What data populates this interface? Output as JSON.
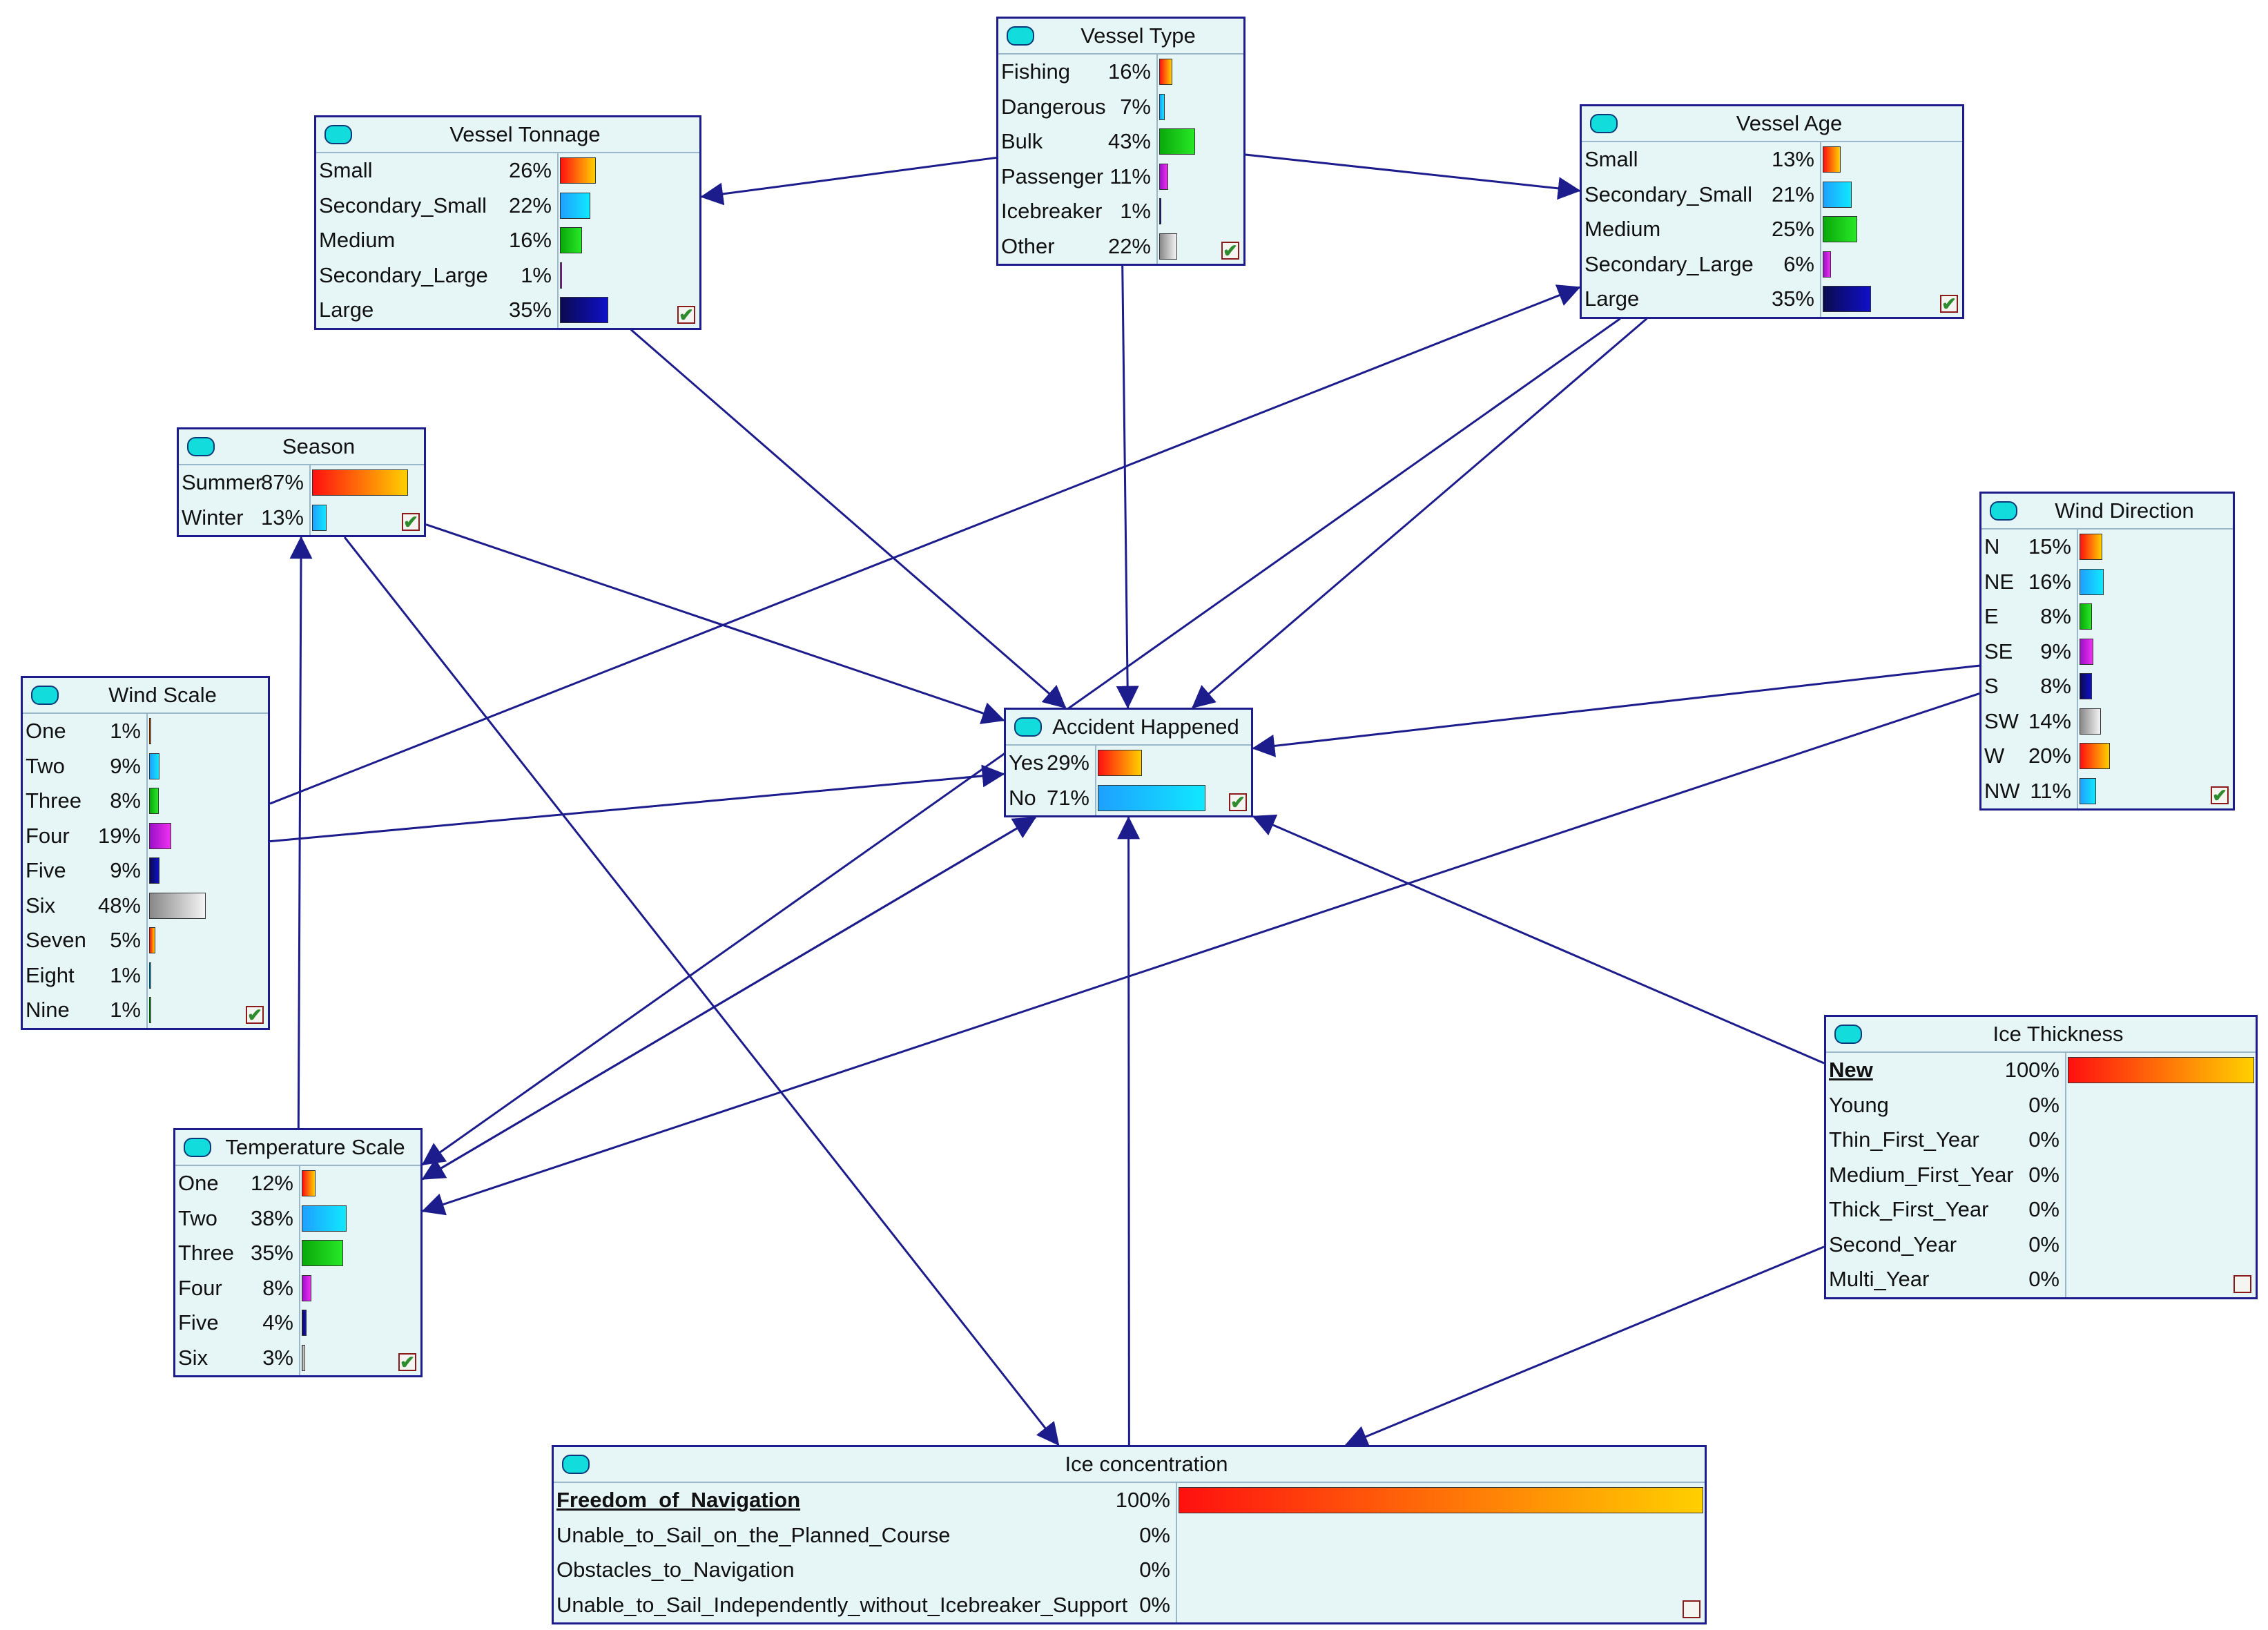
{
  "nodes": [
    {
      "key": "vessel_type",
      "title": "Vessel Type",
      "checked": true,
      "states": [
        {
          "name": "Fishing",
          "pct": "16%",
          "value": 16,
          "color": "red"
        },
        {
          "name": "Dangerous",
          "pct": "7%",
          "value": 7,
          "color": "cyan"
        },
        {
          "name": "Bulk",
          "pct": "43%",
          "value": 43,
          "color": "green"
        },
        {
          "name": "Passenger",
          "pct": "11%",
          "value": 11,
          "color": "magenta"
        },
        {
          "name": "Icebreaker",
          "pct": "1%",
          "value": 1,
          "color": "navy"
        },
        {
          "name": "Other",
          "pct": "22%",
          "value": 22,
          "color": "gray"
        }
      ]
    },
    {
      "key": "vessel_tonnage",
      "title": "Vessel Tonnage",
      "checked": true,
      "states": [
        {
          "name": "Small",
          "pct": "26%",
          "value": 26,
          "color": "red"
        },
        {
          "name": "Secondary_Small",
          "pct": "22%",
          "value": 22,
          "color": "cyan"
        },
        {
          "name": "Medium",
          "pct": "16%",
          "value": 16,
          "color": "green"
        },
        {
          "name": "Secondary_Large",
          "pct": "1%",
          "value": 1,
          "color": "magenta"
        },
        {
          "name": "Large",
          "pct": "35%",
          "value": 35,
          "color": "navy"
        }
      ]
    },
    {
      "key": "vessel_age",
      "title": "Vessel Age",
      "checked": true,
      "states": [
        {
          "name": "Small",
          "pct": "13%",
          "value": 13,
          "color": "red"
        },
        {
          "name": "Secondary_Small",
          "pct": "21%",
          "value": 21,
          "color": "cyan"
        },
        {
          "name": "Medium",
          "pct": "25%",
          "value": 25,
          "color": "green"
        },
        {
          "name": "Secondary_Large",
          "pct": "6%",
          "value": 6,
          "color": "magenta"
        },
        {
          "name": "Large",
          "pct": "35%",
          "value": 35,
          "color": "navy"
        }
      ]
    },
    {
      "key": "season",
      "title": "Season",
      "checked": true,
      "states": [
        {
          "name": "Summer",
          "pct": "87%",
          "value": 87,
          "color": "red"
        },
        {
          "name": "Winter",
          "pct": "13%",
          "value": 13,
          "color": "cyan"
        }
      ]
    },
    {
      "key": "wind_direction",
      "title": "Wind Direction",
      "checked": true,
      "states": [
        {
          "name": "N",
          "pct": "15%",
          "value": 15,
          "color": "red"
        },
        {
          "name": "NE",
          "pct": "16%",
          "value": 16,
          "color": "cyan"
        },
        {
          "name": "E",
          "pct": "8%",
          "value": 8,
          "color": "green"
        },
        {
          "name": "SE",
          "pct": "9%",
          "value": 9,
          "color": "magenta"
        },
        {
          "name": "S",
          "pct": "8%",
          "value": 8,
          "color": "navy"
        },
        {
          "name": "SW",
          "pct": "14%",
          "value": 14,
          "color": "gray"
        },
        {
          "name": "W",
          "pct": "20%",
          "value": 20,
          "color": "red"
        },
        {
          "name": "NW",
          "pct": "11%",
          "value": 11,
          "color": "cyan"
        }
      ]
    },
    {
      "key": "wind_scale",
      "title": "Wind Scale",
      "checked": true,
      "states": [
        {
          "name": "One",
          "pct": "1%",
          "value": 1,
          "color": "red"
        },
        {
          "name": "Two",
          "pct": "9%",
          "value": 9,
          "color": "cyan"
        },
        {
          "name": "Three",
          "pct": "8%",
          "value": 8,
          "color": "green"
        },
        {
          "name": "Four",
          "pct": "19%",
          "value": 19,
          "color": "magenta"
        },
        {
          "name": "Five",
          "pct": "9%",
          "value": 9,
          "color": "navy"
        },
        {
          "name": "Six",
          "pct": "48%",
          "value": 48,
          "color": "gray"
        },
        {
          "name": "Seven",
          "pct": "5%",
          "value": 5,
          "color": "red"
        },
        {
          "name": "Eight",
          "pct": "1%",
          "value": 1,
          "color": "cyan"
        },
        {
          "name": "Nine",
          "pct": "1%",
          "value": 1,
          "color": "green"
        }
      ]
    },
    {
      "key": "accident",
      "title": "Accident Happened",
      "checked": true,
      "states": [
        {
          "name": "Yes",
          "pct": "29%",
          "value": 29,
          "color": "red"
        },
        {
          "name": "No",
          "pct": "71%",
          "value": 71,
          "color": "cyan"
        }
      ]
    },
    {
      "key": "temperature_scale",
      "title": "Temperature Scale",
      "checked": true,
      "states": [
        {
          "name": "One",
          "pct": "12%",
          "value": 12,
          "color": "red"
        },
        {
          "name": "Two",
          "pct": "38%",
          "value": 38,
          "color": "cyan"
        },
        {
          "name": "Three",
          "pct": "35%",
          "value": 35,
          "color": "green"
        },
        {
          "name": "Four",
          "pct": "8%",
          "value": 8,
          "color": "magenta"
        },
        {
          "name": "Five",
          "pct": "4%",
          "value": 4,
          "color": "navy"
        },
        {
          "name": "Six",
          "pct": "3%",
          "value": 3,
          "color": "gray"
        }
      ]
    },
    {
      "key": "ice_thickness",
      "title": "Ice Thickness",
      "checked": false,
      "states": [
        {
          "name": "New",
          "pct": "100%",
          "value": 100,
          "color": "red",
          "bold": true
        },
        {
          "name": "Young",
          "pct": "0%",
          "value": 0,
          "color": "cyan"
        },
        {
          "name": "Thin_First_Year",
          "pct": "0%",
          "value": 0,
          "color": "green"
        },
        {
          "name": "Medium_First_Year",
          "pct": "0%",
          "value": 0,
          "color": "magenta"
        },
        {
          "name": "Thick_First_Year",
          "pct": "0%",
          "value": 0,
          "color": "navy"
        },
        {
          "name": "Second_Year",
          "pct": "0%",
          "value": 0,
          "color": "gray"
        },
        {
          "name": "Multi_Year",
          "pct": "0%",
          "value": 0,
          "color": "red"
        }
      ]
    },
    {
      "key": "ice_concentration",
      "title": "Ice concentration",
      "checked": false,
      "states": [
        {
          "name": "Freedom_of_Navigation",
          "pct": "100%",
          "value": 100,
          "color": "red",
          "bold": true
        },
        {
          "name": "Unable_to_Sail_on_the_Planned_Course",
          "pct": "0%",
          "value": 0,
          "color": "cyan"
        },
        {
          "name": "Obstacles_to_Navigation",
          "pct": "0%",
          "value": 0,
          "color": "green"
        },
        {
          "name": "Unable_to_Sail_Independently_without_Icebreaker_Support",
          "pct": "0%",
          "value": 0,
          "color": "magenta"
        }
      ]
    }
  ],
  "edges": [
    [
      "vessel_type",
      "vessel_tonnage"
    ],
    [
      "vessel_type",
      "vessel_age"
    ],
    [
      "vessel_type",
      "accident"
    ],
    [
      "vessel_tonnage",
      "accident"
    ],
    [
      "vessel_age",
      "accident"
    ],
    [
      "vessel_age",
      "temperature_scale"
    ],
    [
      "season",
      "accident"
    ],
    [
      "season",
      "ice_concentration"
    ],
    [
      "wind_scale",
      "vessel_age"
    ],
    [
      "wind_scale",
      "accident"
    ],
    [
      "temperature_scale",
      "season"
    ],
    [
      "temperature_scale",
      "accident"
    ],
    [
      "accident",
      "temperature_scale"
    ],
    [
      "wind_direction",
      "accident"
    ],
    [
      "wind_direction",
      "temperature_scale"
    ],
    [
      "ice_thickness",
      "accident"
    ],
    [
      "ice_thickness",
      "ice_concentration"
    ],
    [
      "ice_concentration",
      "accident"
    ]
  ],
  "colors": {
    "red": [
      "#ff1010",
      "#ffd000"
    ],
    "cyan": [
      "#1ea0ff",
      "#10e8ff"
    ],
    "green": [
      "#0aa80a",
      "#28e828"
    ],
    "magenta": [
      "#9a10c8",
      "#f030f0"
    ],
    "navy": [
      "#0a0a50",
      "#1010c8"
    ],
    "gray": [
      "#888888",
      "#f4f4f4"
    ],
    "edge": "#1c1c8c"
  }
}
